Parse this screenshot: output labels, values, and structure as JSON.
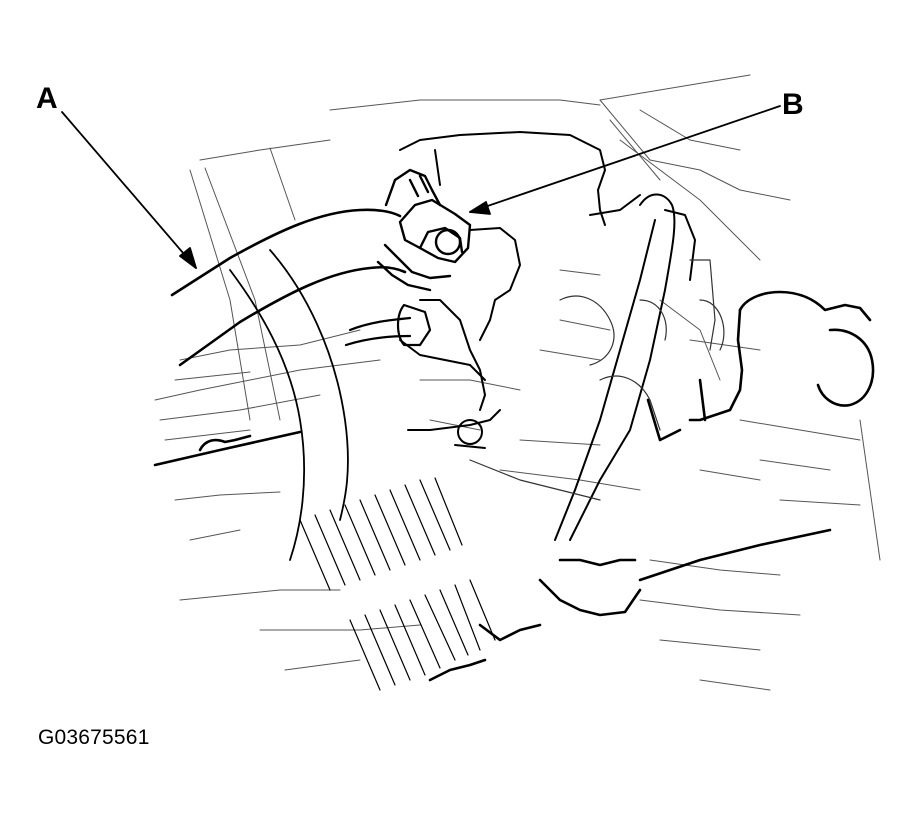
{
  "callouts": {
    "a": "A",
    "b": "B"
  },
  "figure_code": "G03675561",
  "colors": {
    "line": "#000000",
    "background": "#ffffff"
  }
}
